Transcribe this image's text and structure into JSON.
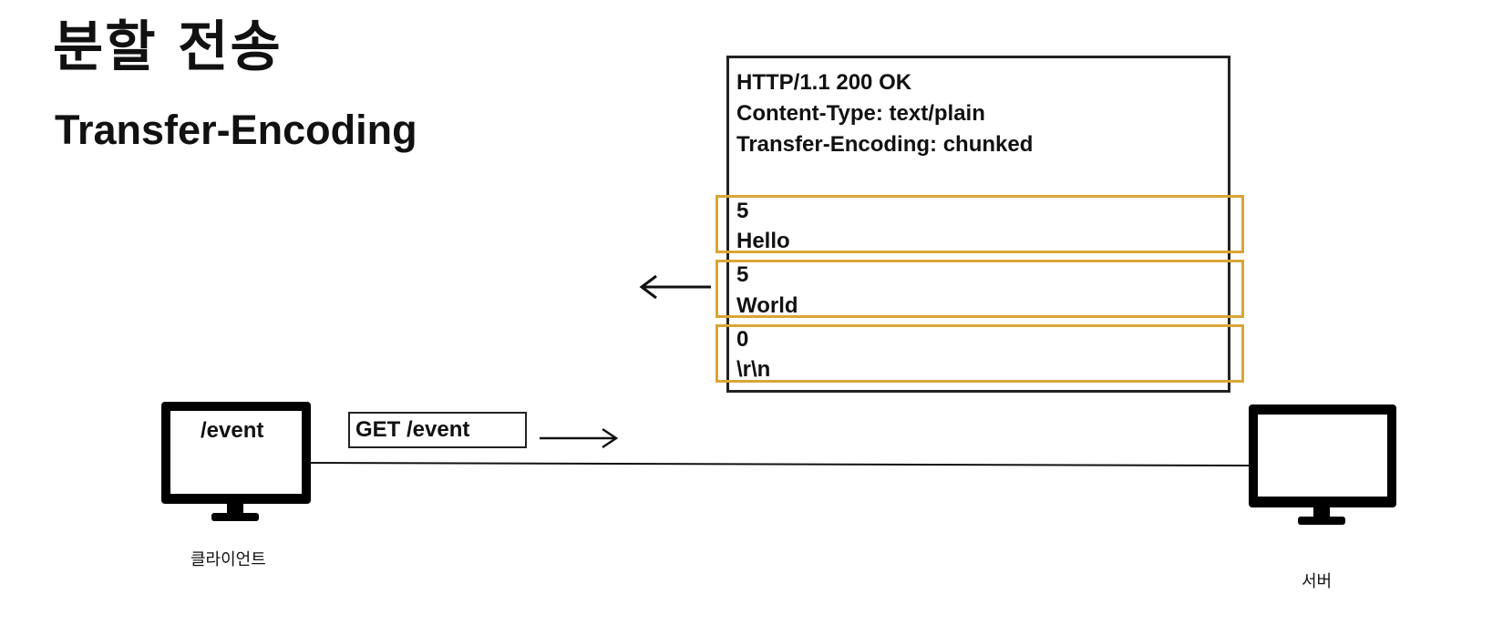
{
  "title": {
    "korean": "분할 전송",
    "english": "Transfer-Encoding"
  },
  "response": {
    "headers": [
      "HTTP/1.1 200 OK",
      "Content-Type: text/plain",
      "Transfer-Encoding: chunked"
    ],
    "chunks": [
      {
        "size": "5",
        "data": "Hello"
      },
      {
        "size": "5",
        "data": "World"
      },
      {
        "size": "0",
        "data": "\\r\\n"
      }
    ]
  },
  "client": {
    "screen_text": "/event",
    "label": "클라이언트"
  },
  "request": {
    "text": "GET /event"
  },
  "server": {
    "label": "서버"
  },
  "colors": {
    "chunk_border": "#d9a536",
    "ink": "#111111"
  },
  "icons": {
    "response_arrow": "arrow-left-icon",
    "request_arrow": "arrow-right-icon",
    "client_device": "monitor-icon",
    "server_device": "monitor-icon"
  }
}
